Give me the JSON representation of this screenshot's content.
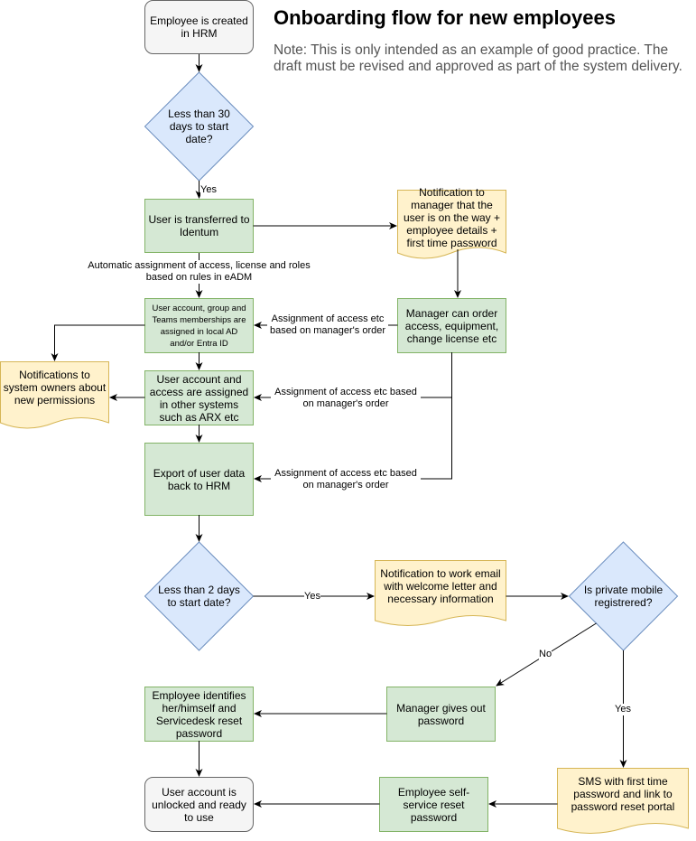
{
  "title": "Onboarding flow for new employees",
  "note": "Note: This is only intended as an example of good practice. The draft must be revised and approved as part of the system delivery.",
  "colors": {
    "process_fill": "#d5e8d4",
    "process_stroke": "#82b366",
    "decision_fill": "#dae8fc",
    "decision_stroke": "#6c8ebf",
    "document_fill": "#fff2cc",
    "document_stroke": "#d6b656",
    "terminal_fill": "#f5f5f5",
    "terminal_stroke": "#666666",
    "edge": "#000000"
  },
  "nodes": {
    "employee_created": "Employee is created in HRM",
    "less_30_days": "Less than 30 days to start date?",
    "transferred_identum": "User is transferred to Identum",
    "notify_manager": "Notification to manager that the user is on the way + employee details + first time password",
    "manager_order": "Manager can order access, equipment, change license etc",
    "account_group": "User account, group and Teams memberships are assigned in local AD and/or Entra ID",
    "notify_owners": "Notifications to system owners about new permissions",
    "other_systems": "User account and access are assigned in other systems such as ARX etc",
    "export_hrm": "Export of user data back to HRM",
    "less_2_days": "Less than 2 days to start date?",
    "notify_email": "Notification to work email with welcome letter and necessary information",
    "private_mobile": "Is private mobile registrered?",
    "manager_password": "Manager gives out password",
    "servicedesk_reset": "Employee identifies her/himself and Servicedesk reset password",
    "sms": "SMS with first time password and link to password reset portal",
    "self_service": "Employee self-service reset password",
    "unlocked": "User account is unlocked and ready to use"
  },
  "edge_labels": {
    "yes_1": "Yes",
    "auto_assign": "Automatic assignment of access, license and roles based on rules in eADM",
    "order_1": "Assignment of access etc based on manager's order",
    "order_2": "Assignment of access etc based on manager's order",
    "order_3": "Assignment of access etc based on manager's order",
    "yes_2": "Yes",
    "no": "No",
    "yes_3": "Yes"
  }
}
